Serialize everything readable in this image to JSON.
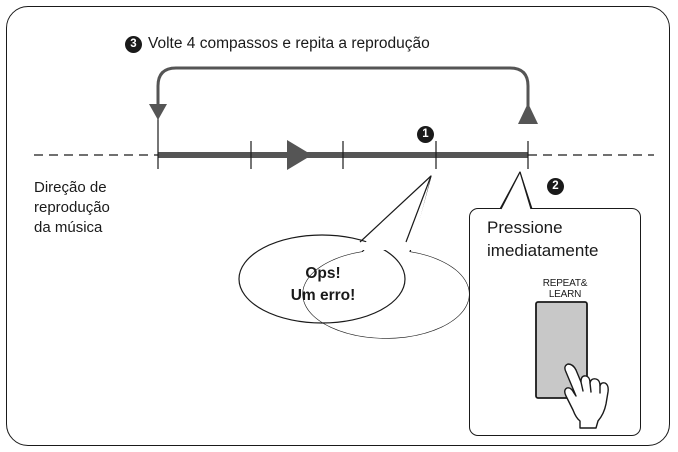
{
  "step3": {
    "number": "3",
    "text": "Volte 4 compassos e repita a reprodução"
  },
  "step1": {
    "number": "1"
  },
  "step2": {
    "number": "2",
    "lines": [
      "Pressione",
      "imediatamente"
    ]
  },
  "direction_label": {
    "lines": [
      "Direção de",
      "reprodução",
      "da música"
    ]
  },
  "button": {
    "label_lines": [
      "REPEAT&",
      "LEARN"
    ],
    "icon": "pointing-hand-icon"
  },
  "bubble": {
    "lines": [
      "Ops!",
      "Um erro!"
    ]
  },
  "colors": {
    "line": "#555555",
    "outline": "#1a1a1a",
    "button_fill": "#c8c8c8"
  }
}
